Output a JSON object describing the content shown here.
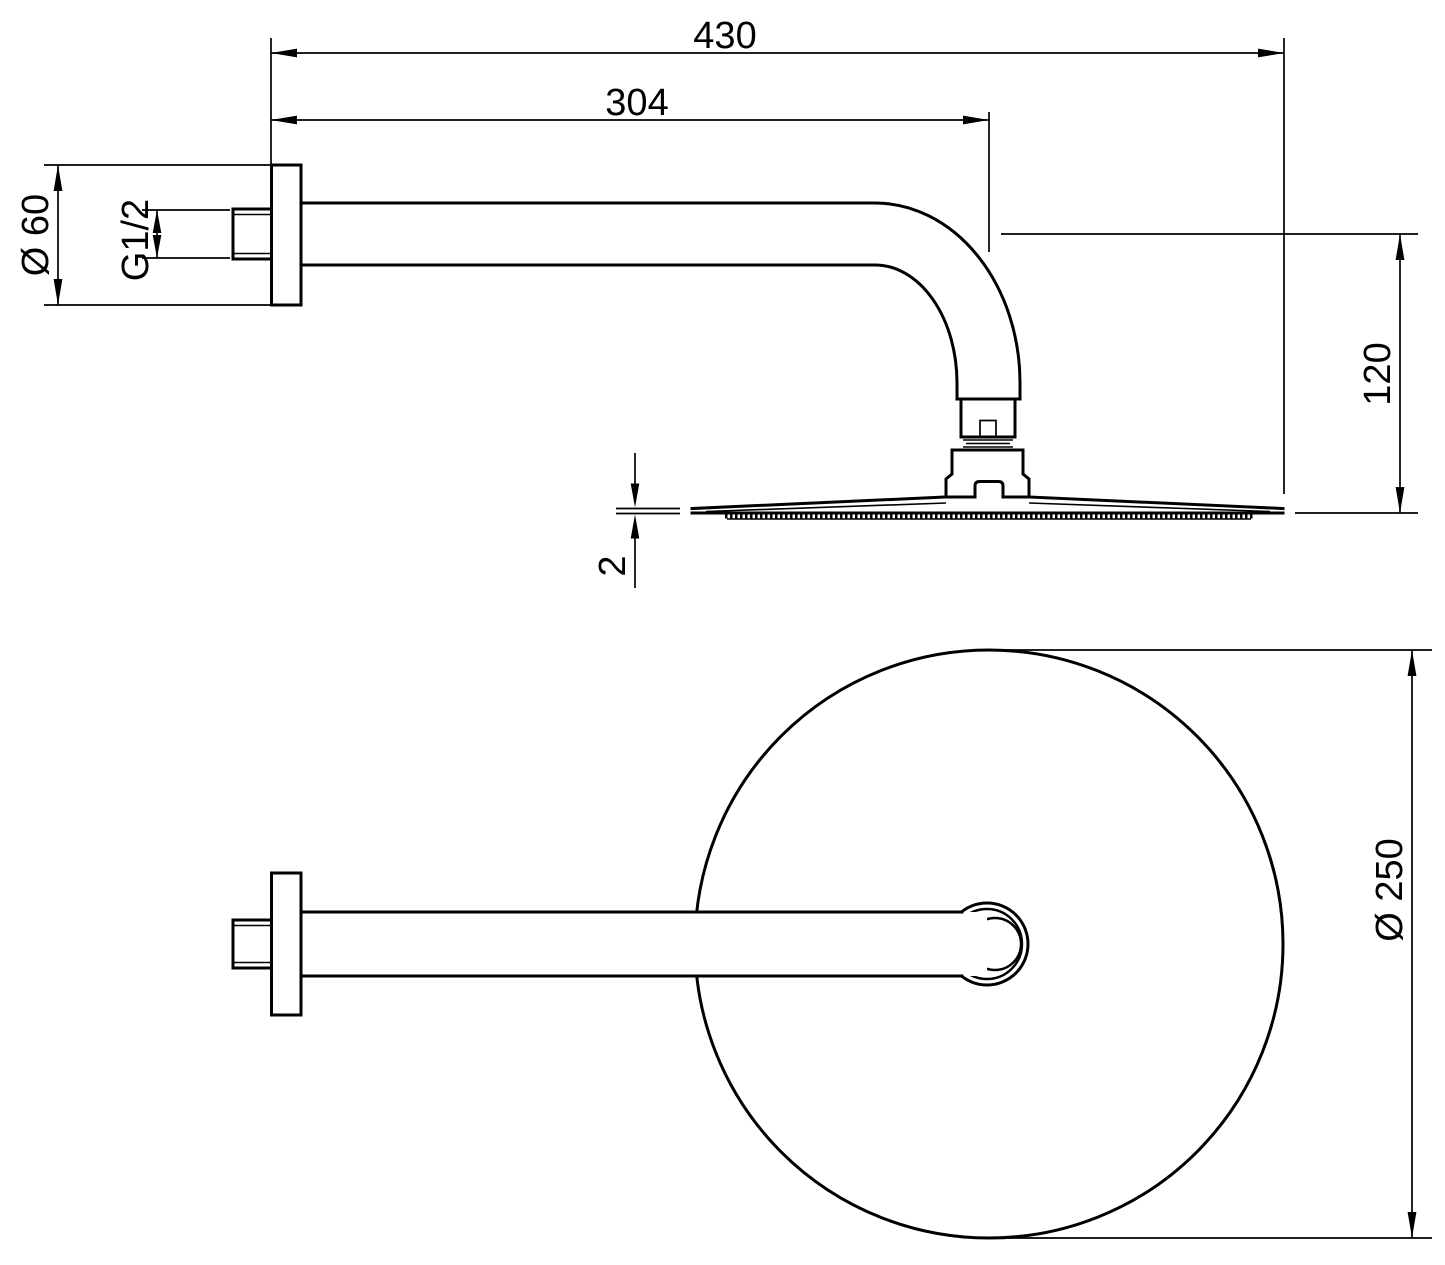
{
  "page": {
    "background": "#ffffff",
    "line_color": "#000000"
  },
  "drawing": {
    "type": "technical-dimension-drawing",
    "dimensions": {
      "overall_length": {
        "label": "430",
        "unit": "mm"
      },
      "arm_length": {
        "label": "304",
        "unit": "mm"
      },
      "flange_diameter": {
        "label": "Ø 60",
        "unit": "mm"
      },
      "thread_size": {
        "label": "G1/2"
      },
      "drop_height": {
        "label": "120",
        "unit": "mm"
      },
      "plate_thickness": {
        "label": "2",
        "unit": "mm"
      },
      "head_diameter": {
        "label": "Ø 250",
        "unit": "mm"
      }
    }
  }
}
